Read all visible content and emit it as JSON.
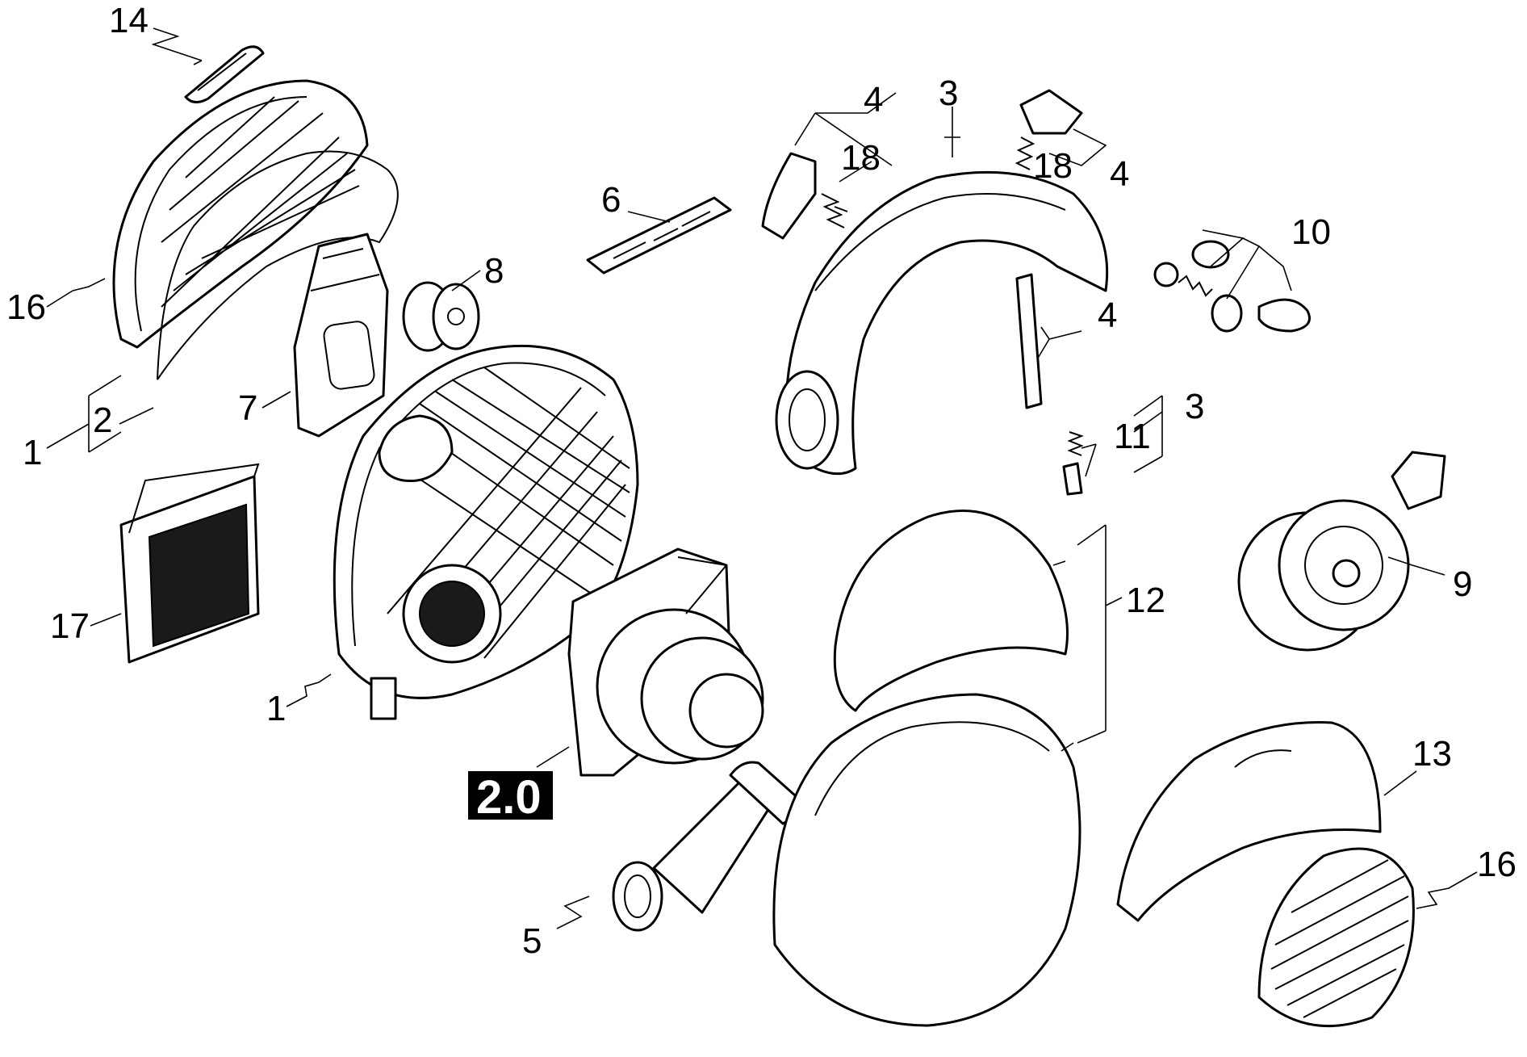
{
  "diagram": {
    "type": "exploded-parts-view",
    "section_badge": "2.0",
    "callouts": [
      "14",
      "16",
      "1",
      "2",
      "7",
      "17",
      "1",
      "6",
      "8",
      "4",
      "18",
      "3",
      "18",
      "4",
      "10",
      "4",
      "11",
      "3",
      "12",
      "9",
      "13",
      "16",
      "5"
    ]
  }
}
